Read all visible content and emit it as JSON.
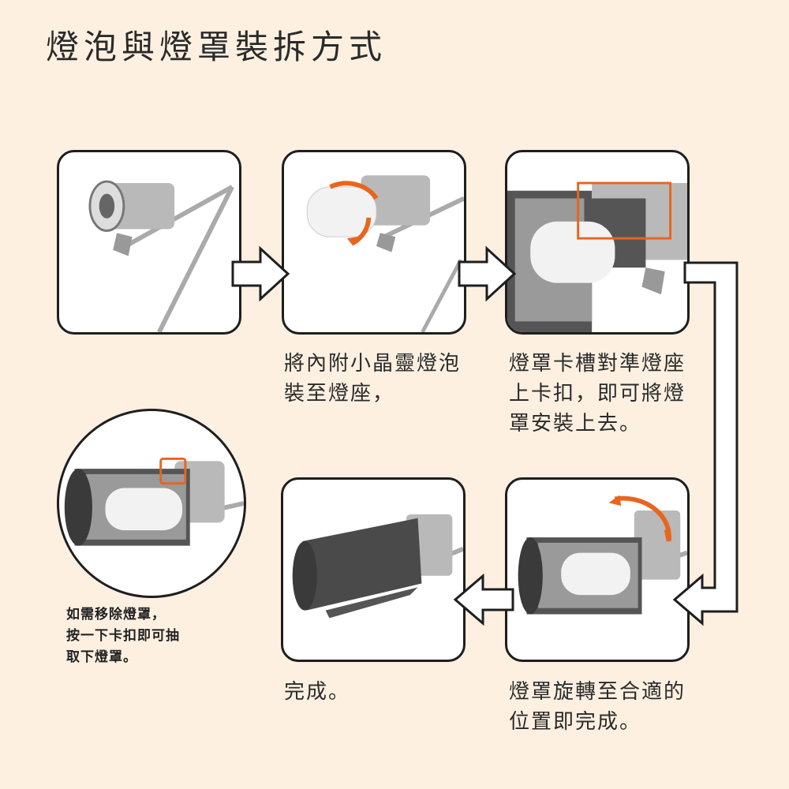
{
  "title": "燈泡與燈罩裝拆方式",
  "steps": [
    {
      "caption": ""
    },
    {
      "caption_lines": [
        "將內附小晶靈燈泡",
        "裝至燈座，"
      ]
    },
    {
      "caption_lines": [
        "燈罩卡槽對準燈座",
        "上卡扣，即可將燈",
        "罩安裝上去。"
      ]
    },
    {
      "caption_lines": [
        "完成。"
      ]
    },
    {
      "caption_lines": [
        "燈罩旋轉至合適的",
        "位置即完成。"
      ]
    }
  ],
  "removal_note": {
    "lines": [
      "如需移除燈罩，",
      "按一下卡扣即可抽",
      "取下燈罩。"
    ]
  },
  "colors": {
    "background": "#fdf0e1",
    "accent": "#e8651e",
    "border": "#1e1e1e",
    "shade": "#4a4a4a",
    "socket": "#b9b9b9"
  }
}
